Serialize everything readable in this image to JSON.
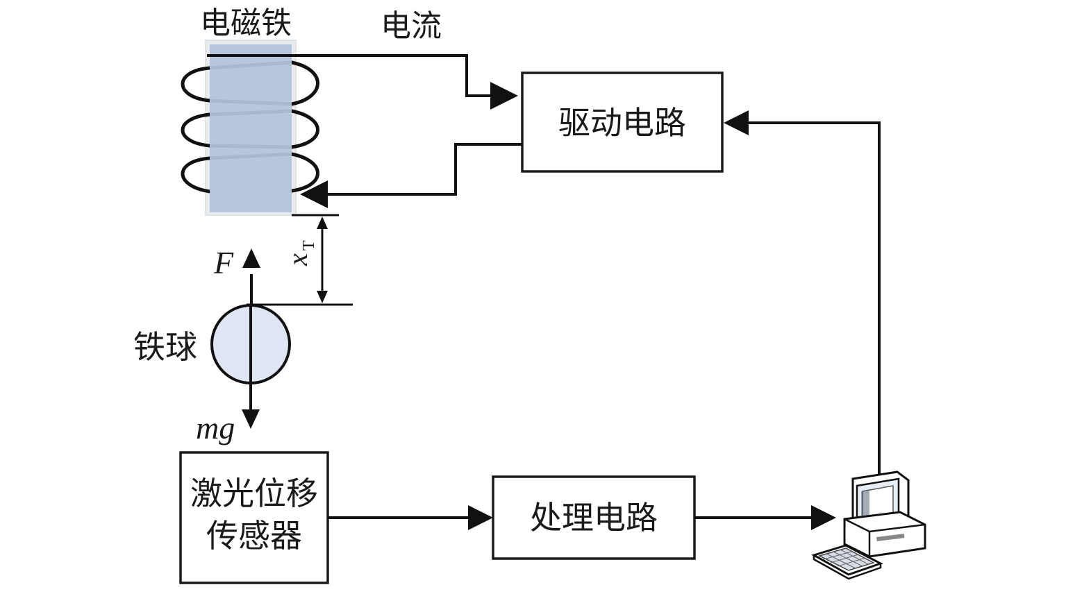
{
  "labels": {
    "electromagnet": "电磁铁",
    "current": "电流",
    "drive_circuit": "驱动电路",
    "force": "F",
    "gap_symbol": "x",
    "gap_subscript": "T",
    "iron_ball": "铁球",
    "gravity": "mg",
    "laser_sensor_line1": "激光位移",
    "laser_sensor_line2": "传感器",
    "processing_circuit": "处理电路"
  },
  "colors": {
    "core_fill": "#b6c7dc",
    "ball_fill": "#dfe6f3",
    "line": "#111111"
  },
  "icons": {
    "computer": "computer-icon"
  }
}
